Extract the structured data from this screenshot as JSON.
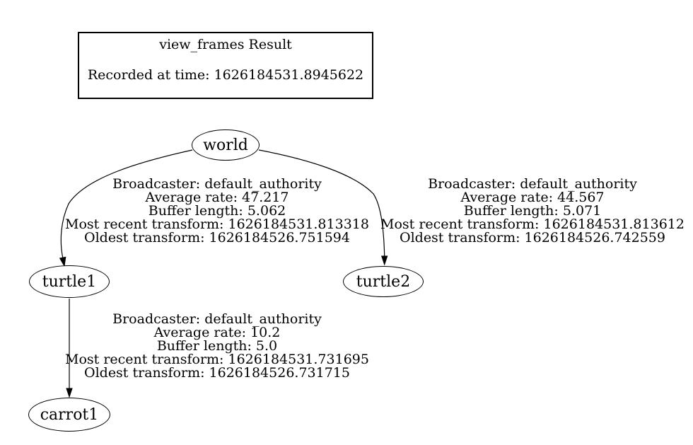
{
  "colors": {
    "background": "#ffffff",
    "stroke": "#000000",
    "text": "#000000"
  },
  "title_box": {
    "title": "view_frames Result",
    "recorded_at": "Recorded at time: 1626184531.8945622"
  },
  "nodes": [
    {
      "id": "world",
      "label": "world"
    },
    {
      "id": "turtle1",
      "label": "turtle1"
    },
    {
      "id": "turtle2",
      "label": "turtle2"
    },
    {
      "id": "carrot1",
      "label": "carrot1"
    }
  ],
  "edges": [
    {
      "from": "world",
      "to": "turtle1",
      "lines": [
        "Broadcaster: default_authority",
        "Average rate: 47.217",
        "Buffer length: 5.062",
        "Most recent transform: 1626184531.813318",
        "Oldest transform: 1626184526.751594"
      ]
    },
    {
      "from": "world",
      "to": "turtle2",
      "lines": [
        "Broadcaster: default_authority",
        "Average rate: 44.567",
        "Buffer length: 5.071",
        "Most recent transform: 1626184531.813612",
        "Oldest transform: 1626184526.742559"
      ]
    },
    {
      "from": "turtle1",
      "to": "carrot1",
      "lines": [
        "Broadcaster: default_authority",
        "Average rate: 10.2",
        "Buffer length: 5.0",
        "Most recent transform: 1626184531.731695",
        "Oldest transform: 1626184526.731715"
      ]
    }
  ]
}
